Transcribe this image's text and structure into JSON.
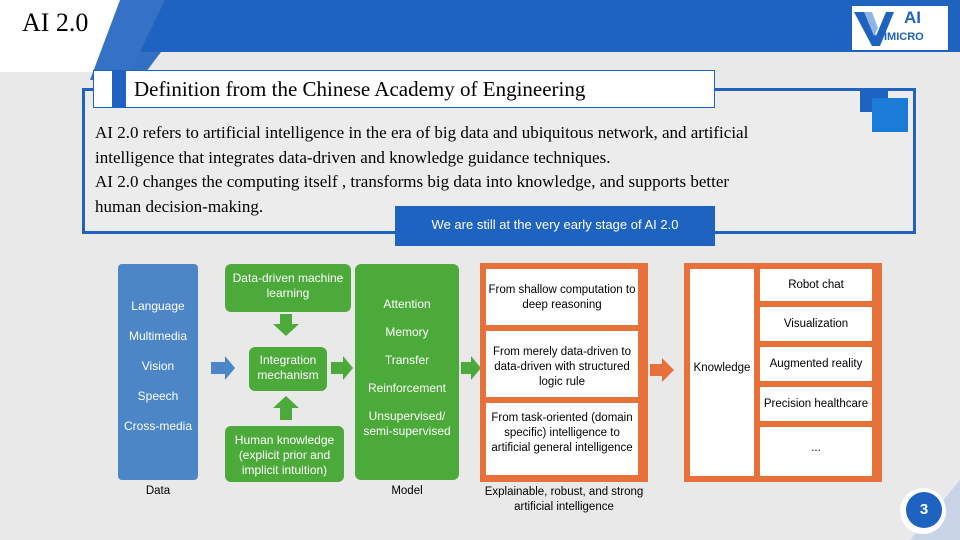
{
  "header": {
    "title": "AI 2.0",
    "logo_text": "AI",
    "logo_sub": "IMICRO"
  },
  "definition": {
    "title": "Definition from the Chinese Academy of Engineering",
    "lines": [
      "AI 2.0 refers to artificial intelligence in the era of big data and ubiquitous network, and artificial",
      "intelligence that integrates data-driven and knowledge guidance techniques.",
      "AI 2.0 changes the computing itself , transforms big data into knowledge,  and supports better",
      "human decision-making."
    ],
    "stage_note": "We are still at the very early stage of AI 2.0"
  },
  "diagram": {
    "data_items": [
      "Language",
      "Multimedia",
      "Vision",
      "Speech",
      "Cross-media"
    ],
    "data_caption": "Data",
    "top_green": "Data-driven machine learning",
    "mid_green": "Integration mechanism",
    "bottom_green": "Human knowledge (explicit prior and implicit intuition)",
    "model_items": [
      "Attention",
      "Memory",
      "Transfer",
      "Reinforcement",
      "Unsupervised/ semi-supervised"
    ],
    "model_caption": "Model",
    "orange_items": [
      "From shallow computation to deep reasoning",
      "From merely data-driven to data-driven with structured logic rule",
      "From task-oriented (domain specific) intelligence to artificial general intelligence"
    ],
    "orange_caption": "Explainable, robust, and strong artificial intelligence",
    "knowledge_label": "Knowledge",
    "app_items": [
      "Robot chat",
      "Visualization",
      "Augmented reality",
      "Precision healthcare",
      "..."
    ]
  },
  "page_number": "3"
}
